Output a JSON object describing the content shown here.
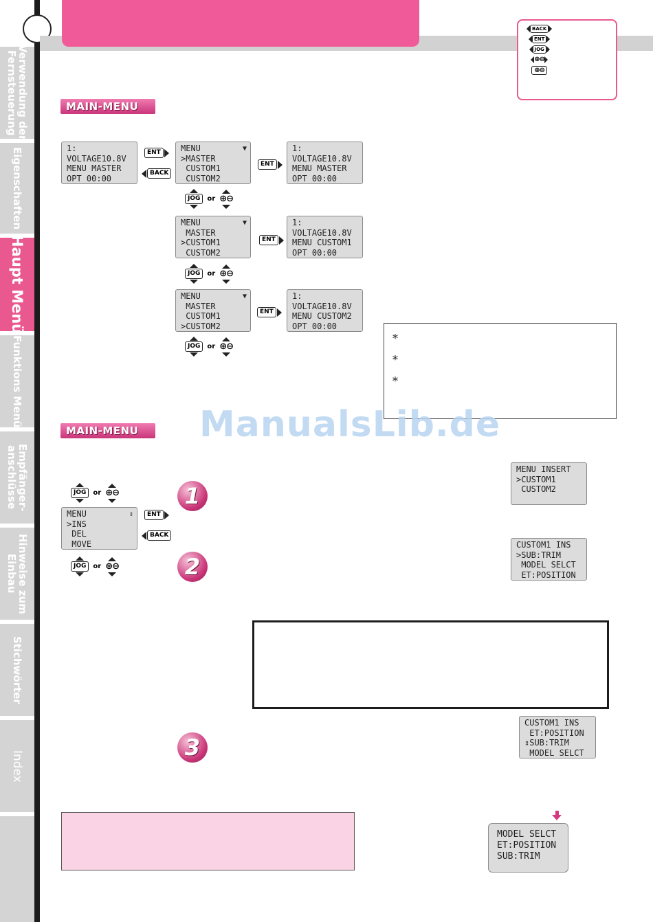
{
  "sidebar": {
    "tabs": [
      {
        "label": "Verwendung der\nFernsteuerung",
        "active": false
      },
      {
        "label": "Eigenschaften",
        "active": false
      },
      {
        "label": "Haupt Menü",
        "active": true
      },
      {
        "label": "Funktions Menü",
        "active": false
      },
      {
        "label": "Empfänger-\nanschlüsse",
        "active": false
      },
      {
        "label": "Hinweise zum\nEinbau",
        "active": false
      },
      {
        "label": "Stichwörter",
        "active": false
      },
      {
        "label": "Index",
        "active": false
      }
    ]
  },
  "legend": {
    "keys": [
      "BACK",
      "ENT",
      "JOG",
      "⊕⊖",
      "⊕⊖"
    ]
  },
  "section_badge": "MAIN-MENU",
  "keys": {
    "ent": "ENT",
    "back": "BACK",
    "jog": "JOG",
    "or": "or",
    "plusminus": "⊕⊖"
  },
  "flow1": {
    "home": [
      "1:",
      "VOLTAGE10.8V",
      "MENU MASTER",
      "OPT 00:00"
    ],
    "menu_master": [
      "MENU",
      ">MASTER",
      " CUSTOM1",
      " CUSTOM2"
    ],
    "result_master": [
      "1:",
      "VOLTAGE10.8V",
      "MENU MASTER",
      "OPT 00:00"
    ],
    "menu_custom1": [
      "MENU",
      " MASTER",
      ">CUSTOM1",
      " CUSTOM2"
    ],
    "result_custom1": [
      "1:",
      "VOLTAGE10.8V",
      "MENU CUSTOM1",
      "OPT 00:00"
    ],
    "menu_custom2": [
      "MENU",
      " MASTER",
      " CUSTOM1",
      ">CUSTOM2"
    ],
    "result_custom2": [
      "1:",
      "VOLTAGE10.8V",
      "MENU CUSTOM2",
      "OPT 00:00"
    ]
  },
  "notes": {
    "stars": [
      "*",
      "*",
      "*"
    ]
  },
  "watermark": "ManualsLib.de",
  "flow2": {
    "menu_ins": [
      "MENU",
      ">INS",
      " DEL",
      " MOVE"
    ],
    "menu_insert": [
      "MENU INSERT",
      ">CUSTOM1",
      " CUSTOM2"
    ],
    "custom1_ins_a": [
      "CUSTOM1 INS",
      ">SUB:TRIM",
      " MODEL SELCT",
      " ET:POSITION"
    ],
    "custom1_ins_b": [
      "CUSTOM1 INS",
      " ET:POSITION",
      "⇕SUB:TRIM",
      " MODEL SELCT"
    ],
    "result": [
      "MODEL SELCT",
      "ET:POSITION",
      "SUB:TRIM"
    ],
    "steps": [
      "1",
      "2",
      "3"
    ]
  }
}
